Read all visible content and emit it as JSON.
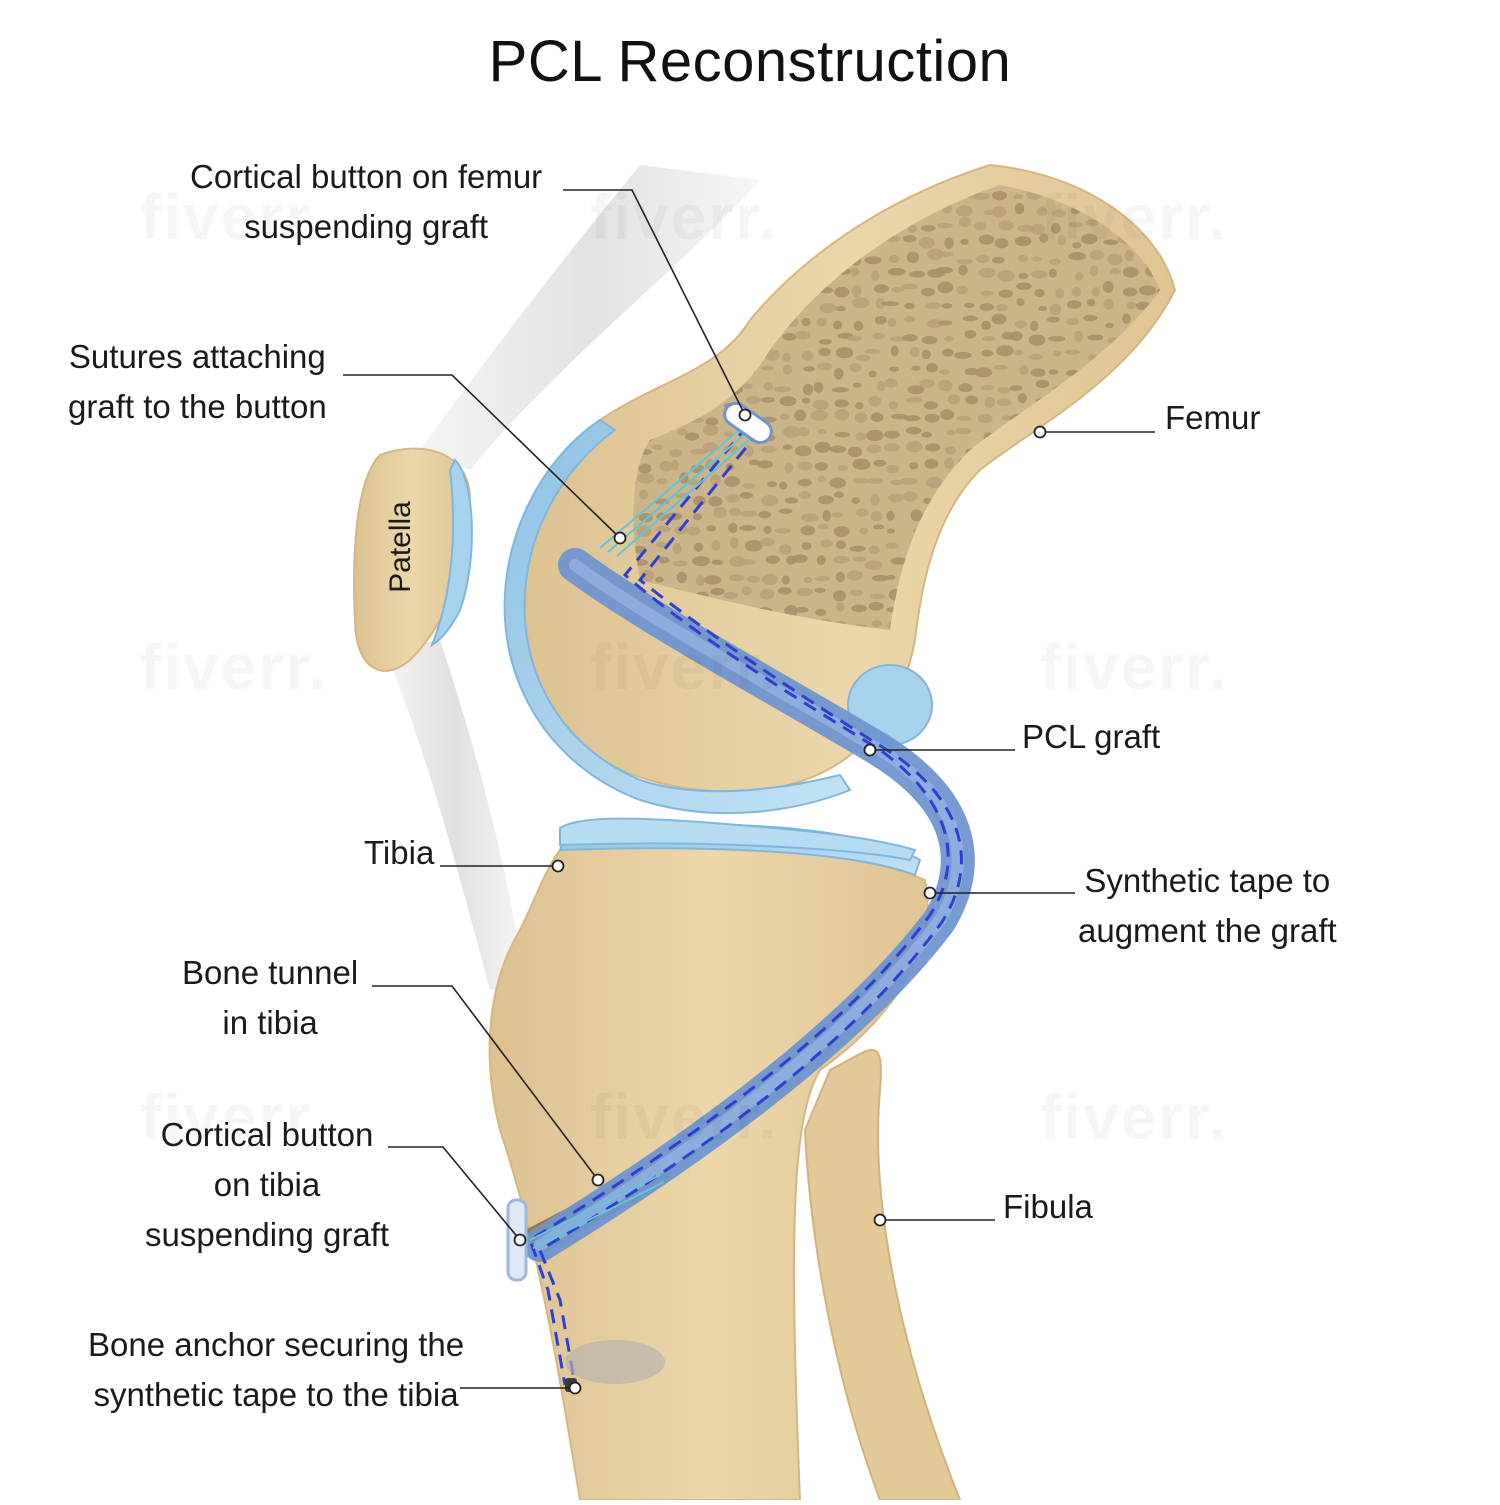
{
  "title": "PCL Reconstruction",
  "labels": {
    "femoral_button": [
      "Cortical button on femur",
      "suspending graft"
    ],
    "sutures": [
      "Sutures attaching",
      "graft to the button"
    ],
    "femur": "Femur",
    "patella": "Patella",
    "pcl_graft": "PCL graft",
    "tibia": "Tibia",
    "synthetic_tape": [
      "Synthetic tape to",
      "augment the graft"
    ],
    "bone_tunnel": [
      "Bone tunnel",
      "in tibia"
    ],
    "tibial_button": [
      "Cortical button",
      "on tibia",
      "suspending graft"
    ],
    "fibula": "Fibula",
    "bone_anchor": [
      "Bone anchor securing the",
      "synthetic tape to the tibia"
    ]
  },
  "watermark": "fiverr.",
  "colors": {
    "bone": "#e9d3a6",
    "bone_shadow": "#d4b782",
    "cancellous": "#cbb58f",
    "cartilage": "#a8d2ec",
    "cartilage_edge": "#7fb6dc",
    "graft": "#6f95cf",
    "graft_dark": "#4f73b5",
    "tape": "#2f3fd0",
    "suture": "#5fc7d8",
    "tendon": "#e8e8e8",
    "leader": "#222222"
  }
}
